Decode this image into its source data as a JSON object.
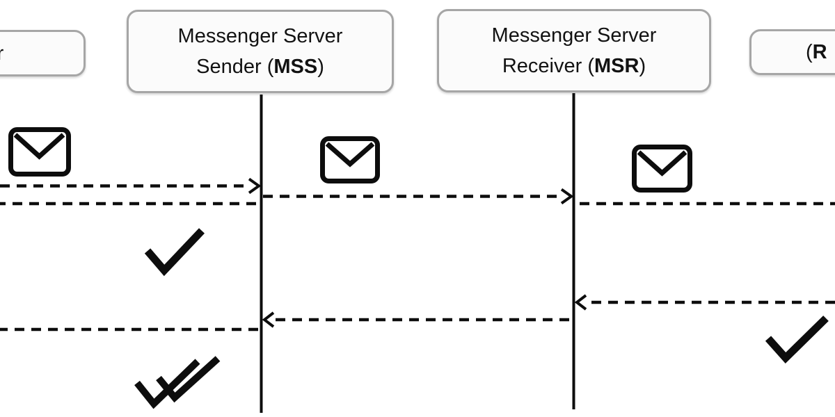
{
  "diagram_type": "sequence-diagram",
  "colors": {
    "background": "#ffffff",
    "ink": "#0d0d0d",
    "box_border": "#a6a6a6",
    "box_fill": "#fbfbfb"
  },
  "actors": {
    "sender": {
      "visible_fragment": "r"
    },
    "mss": {
      "line1": "Messenger Server",
      "line2_prefix": "Sender (",
      "abbr": "MSS",
      "line2_suffix": ")"
    },
    "msr": {
      "line1": "Messenger Server",
      "line2_prefix": "Receiver (",
      "abbr": "MSR",
      "line2_suffix": ")"
    },
    "receiver": {
      "visible_prefix": "(",
      "visible_abbr": "R"
    }
  },
  "icons": {
    "message": "envelope-icon",
    "sent_status": "check-icon",
    "delivered_status": "double-check-icon"
  }
}
